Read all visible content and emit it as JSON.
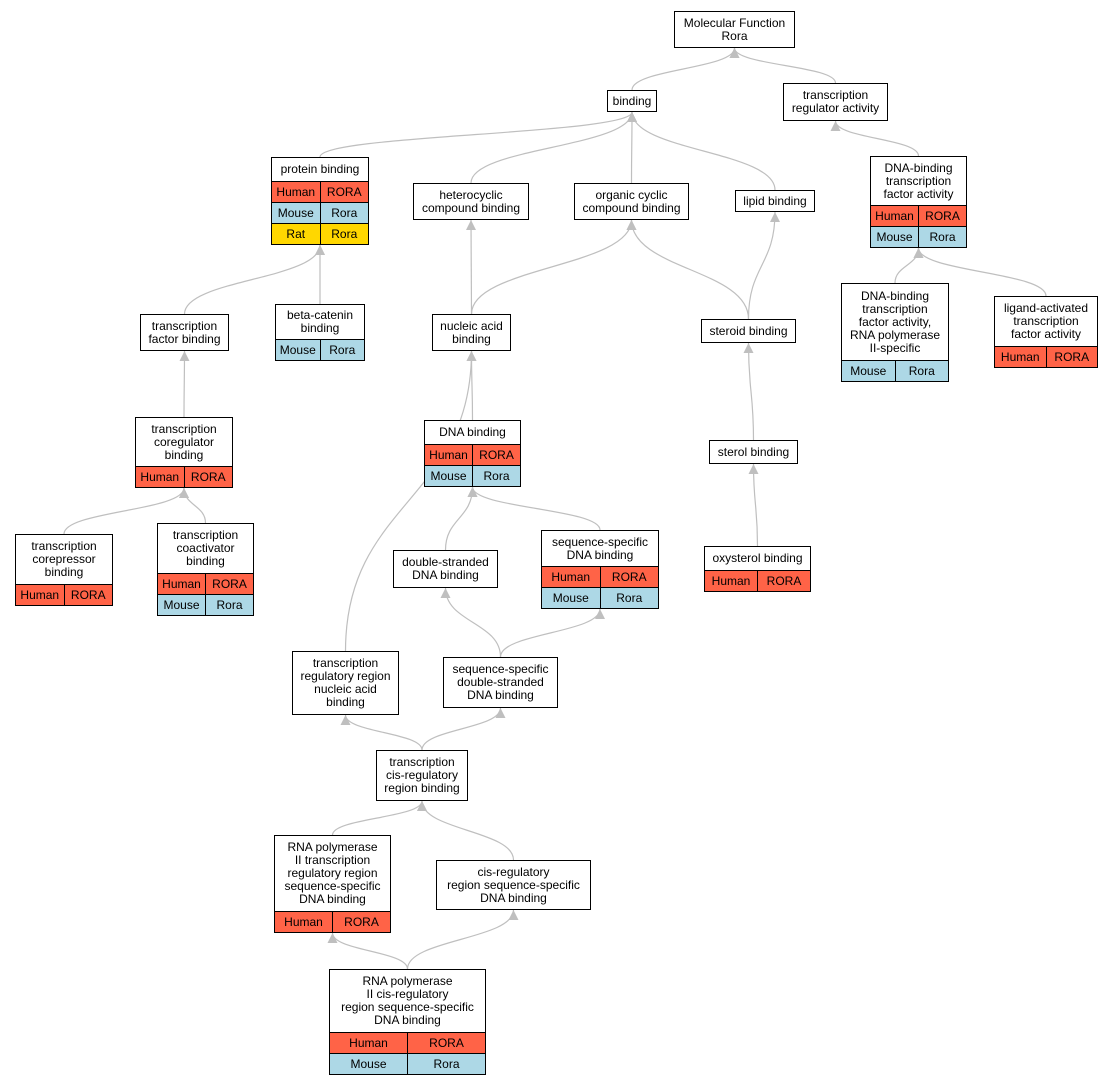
{
  "colors": {
    "Human": "#ff6347",
    "Mouse": "#add8e6",
    "Rat": "#ffd700",
    "edge": "#bfbfbf",
    "border": "#000000"
  },
  "nodes": [
    {
      "id": "mf",
      "label": "Molecular Function\nRora",
      "rows": []
    },
    {
      "id": "binding",
      "label": "binding",
      "rows": []
    },
    {
      "id": "tra",
      "label": "transcription\nregulator activity",
      "rows": []
    },
    {
      "id": "protein_binding",
      "label": "protein binding",
      "rows": [
        [
          "Human",
          "RORA"
        ],
        [
          "Mouse",
          "Rora"
        ],
        [
          "Rat",
          "Rora"
        ]
      ]
    },
    {
      "id": "heterocyclic",
      "label": "heterocyclic\ncompound binding",
      "rows": []
    },
    {
      "id": "organic_cyclic",
      "label": "organic cyclic\ncompound binding",
      "rows": []
    },
    {
      "id": "lipid",
      "label": "lipid binding",
      "rows": []
    },
    {
      "id": "dbtfa",
      "label": "DNA-binding\ntranscription\nfactor activity",
      "rows": [
        [
          "Human",
          "RORA"
        ],
        [
          "Mouse",
          "Rora"
        ]
      ]
    },
    {
      "id": "tf_binding",
      "label": "transcription\nfactor binding",
      "rows": []
    },
    {
      "id": "beta_catenin",
      "label": "beta-catenin\nbinding",
      "rows": [
        [
          "Mouse",
          "Rora"
        ]
      ]
    },
    {
      "id": "nucleic_acid",
      "label": "nucleic acid\nbinding",
      "rows": []
    },
    {
      "id": "steroid",
      "label": "steroid binding",
      "rows": []
    },
    {
      "id": "dbtfa_pol2",
      "label": "DNA-binding\ntranscription\nfactor activity,\nRNA polymerase\nII-specific",
      "rows": [
        [
          "Mouse",
          "Rora"
        ]
      ]
    },
    {
      "id": "ligand_tfa",
      "label": "ligand-activated\ntranscription\nfactor activity",
      "rows": [
        [
          "Human",
          "RORA"
        ]
      ]
    },
    {
      "id": "coreg",
      "label": "transcription\ncoregulator\nbinding",
      "rows": [
        [
          "Human",
          "RORA"
        ]
      ]
    },
    {
      "id": "dna_binding",
      "label": "DNA binding",
      "rows": [
        [
          "Human",
          "RORA"
        ],
        [
          "Mouse",
          "Rora"
        ]
      ]
    },
    {
      "id": "sterol",
      "label": "sterol binding",
      "rows": []
    },
    {
      "id": "corepressor",
      "label": "transcription\ncorepressor\nbinding",
      "rows": [
        [
          "Human",
          "RORA"
        ]
      ]
    },
    {
      "id": "coactivator",
      "label": "transcription\ncoactivator\nbinding",
      "rows": [
        [
          "Human",
          "RORA"
        ],
        [
          "Mouse",
          "Rora"
        ]
      ]
    },
    {
      "id": "ds_dna",
      "label": "double-stranded\nDNA binding",
      "rows": []
    },
    {
      "id": "ss_dna",
      "label": "sequence-specific\nDNA binding",
      "rows": [
        [
          "Human",
          "RORA"
        ],
        [
          "Mouse",
          "Rora"
        ]
      ]
    },
    {
      "id": "oxysterol",
      "label": "oxysterol binding",
      "rows": [
        [
          "Human",
          "RORA"
        ]
      ]
    },
    {
      "id": "trr_nab",
      "label": "transcription\nregulatory region\nnucleic acid\nbinding",
      "rows": []
    },
    {
      "id": "ssds_dna",
      "label": "sequence-specific\ndouble-stranded\nDNA binding",
      "rows": []
    },
    {
      "id": "tcis",
      "label": "transcription\ncis-regulatory\nregion binding",
      "rows": []
    },
    {
      "id": "pol2_trr",
      "label": "RNA polymerase\nII transcription\nregulatory region\nsequence-specific\nDNA binding",
      "rows": [
        [
          "Human",
          "RORA"
        ]
      ]
    },
    {
      "id": "cis_ss",
      "label": "cis-regulatory\nregion sequence-specific\nDNA binding",
      "rows": []
    },
    {
      "id": "pol2_cis",
      "label": "RNA polymerase\nII cis-regulatory\nregion sequence-specific\nDNA binding",
      "rows": [
        [
          "Human",
          "RORA"
        ],
        [
          "Mouse",
          "Rora"
        ]
      ]
    }
  ],
  "edges": [
    {
      "from": "binding",
      "to": "mf"
    },
    {
      "from": "tra",
      "to": "mf"
    },
    {
      "from": "protein_binding",
      "to": "binding"
    },
    {
      "from": "heterocyclic",
      "to": "binding"
    },
    {
      "from": "organic_cyclic",
      "to": "binding"
    },
    {
      "from": "lipid",
      "to": "binding"
    },
    {
      "from": "dbtfa",
      "to": "tra"
    },
    {
      "from": "tf_binding",
      "to": "protein_binding"
    },
    {
      "from": "beta_catenin",
      "to": "protein_binding"
    },
    {
      "from": "nucleic_acid",
      "to": "heterocyclic"
    },
    {
      "from": "nucleic_acid",
      "to": "organic_cyclic"
    },
    {
      "from": "steroid",
      "to": "organic_cyclic"
    },
    {
      "from": "steroid",
      "to": "lipid"
    },
    {
      "from": "dbtfa_pol2",
      "to": "dbtfa"
    },
    {
      "from": "ligand_tfa",
      "to": "dbtfa"
    },
    {
      "from": "coreg",
      "to": "tf_binding"
    },
    {
      "from": "dna_binding",
      "to": "nucleic_acid"
    },
    {
      "from": "sterol",
      "to": "steroid"
    },
    {
      "from": "corepressor",
      "to": "coreg"
    },
    {
      "from": "coactivator",
      "to": "coreg"
    },
    {
      "from": "ds_dna",
      "to": "dna_binding"
    },
    {
      "from": "ss_dna",
      "to": "dna_binding"
    },
    {
      "from": "oxysterol",
      "to": "sterol"
    },
    {
      "from": "trr_nab",
      "to": "nucleic_acid"
    },
    {
      "from": "ssds_dna",
      "to": "ds_dna"
    },
    {
      "from": "ssds_dna",
      "to": "ss_dna"
    },
    {
      "from": "tcis",
      "to": "trr_nab"
    },
    {
      "from": "tcis",
      "to": "ssds_dna"
    },
    {
      "from": "pol2_trr",
      "to": "tcis"
    },
    {
      "from": "cis_ss",
      "to": "tcis"
    },
    {
      "from": "pol2_cis",
      "to": "pol2_trr"
    },
    {
      "from": "pol2_cis",
      "to": "cis_ss"
    }
  ]
}
